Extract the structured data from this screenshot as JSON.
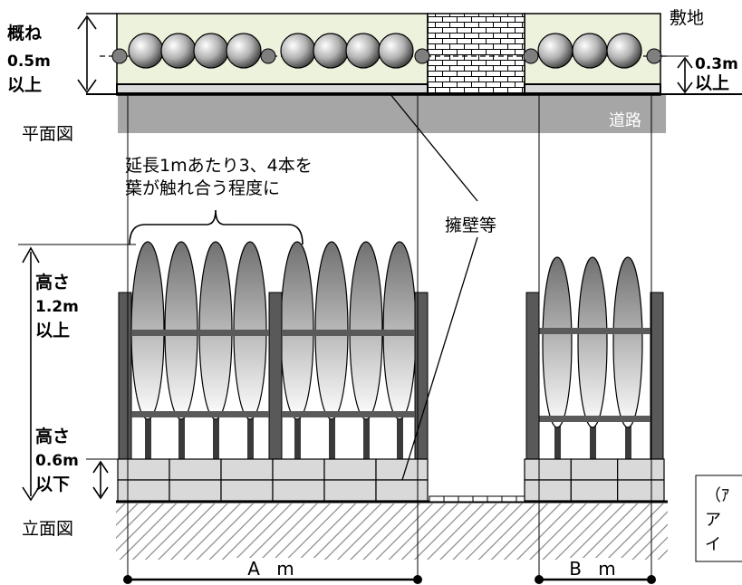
{
  "plan": {
    "title": "平面図",
    "site_label": "敷地",
    "road_label": "道路",
    "depth_left": [
      "概ね",
      "0.5m",
      "以上"
    ],
    "depth_right": [
      "0.3m",
      "以上"
    ]
  },
  "elevation": {
    "title": "立面図",
    "spacing_note": [
      "延長1mあたり3、4本を",
      "葉が触れ合う程度に"
    ],
    "retaining_wall_label": "擁壁等",
    "height_min": [
      "高さ",
      "1.2m",
      "以上"
    ],
    "height_max": [
      "高さ",
      "0.6m",
      "以下"
    ],
    "width_a": "A m",
    "width_b": "B m"
  },
  "side_note": {
    "lines": [
      "（ｱ",
      "ア",
      "イ"
    ]
  },
  "colors": {
    "site_fill": "#ecf2dc",
    "road_fill": "#a6a6a6",
    "post_fill": "#595959",
    "block_fill": "#d9d9d9",
    "hatch_stroke": "#8c8c8c"
  }
}
